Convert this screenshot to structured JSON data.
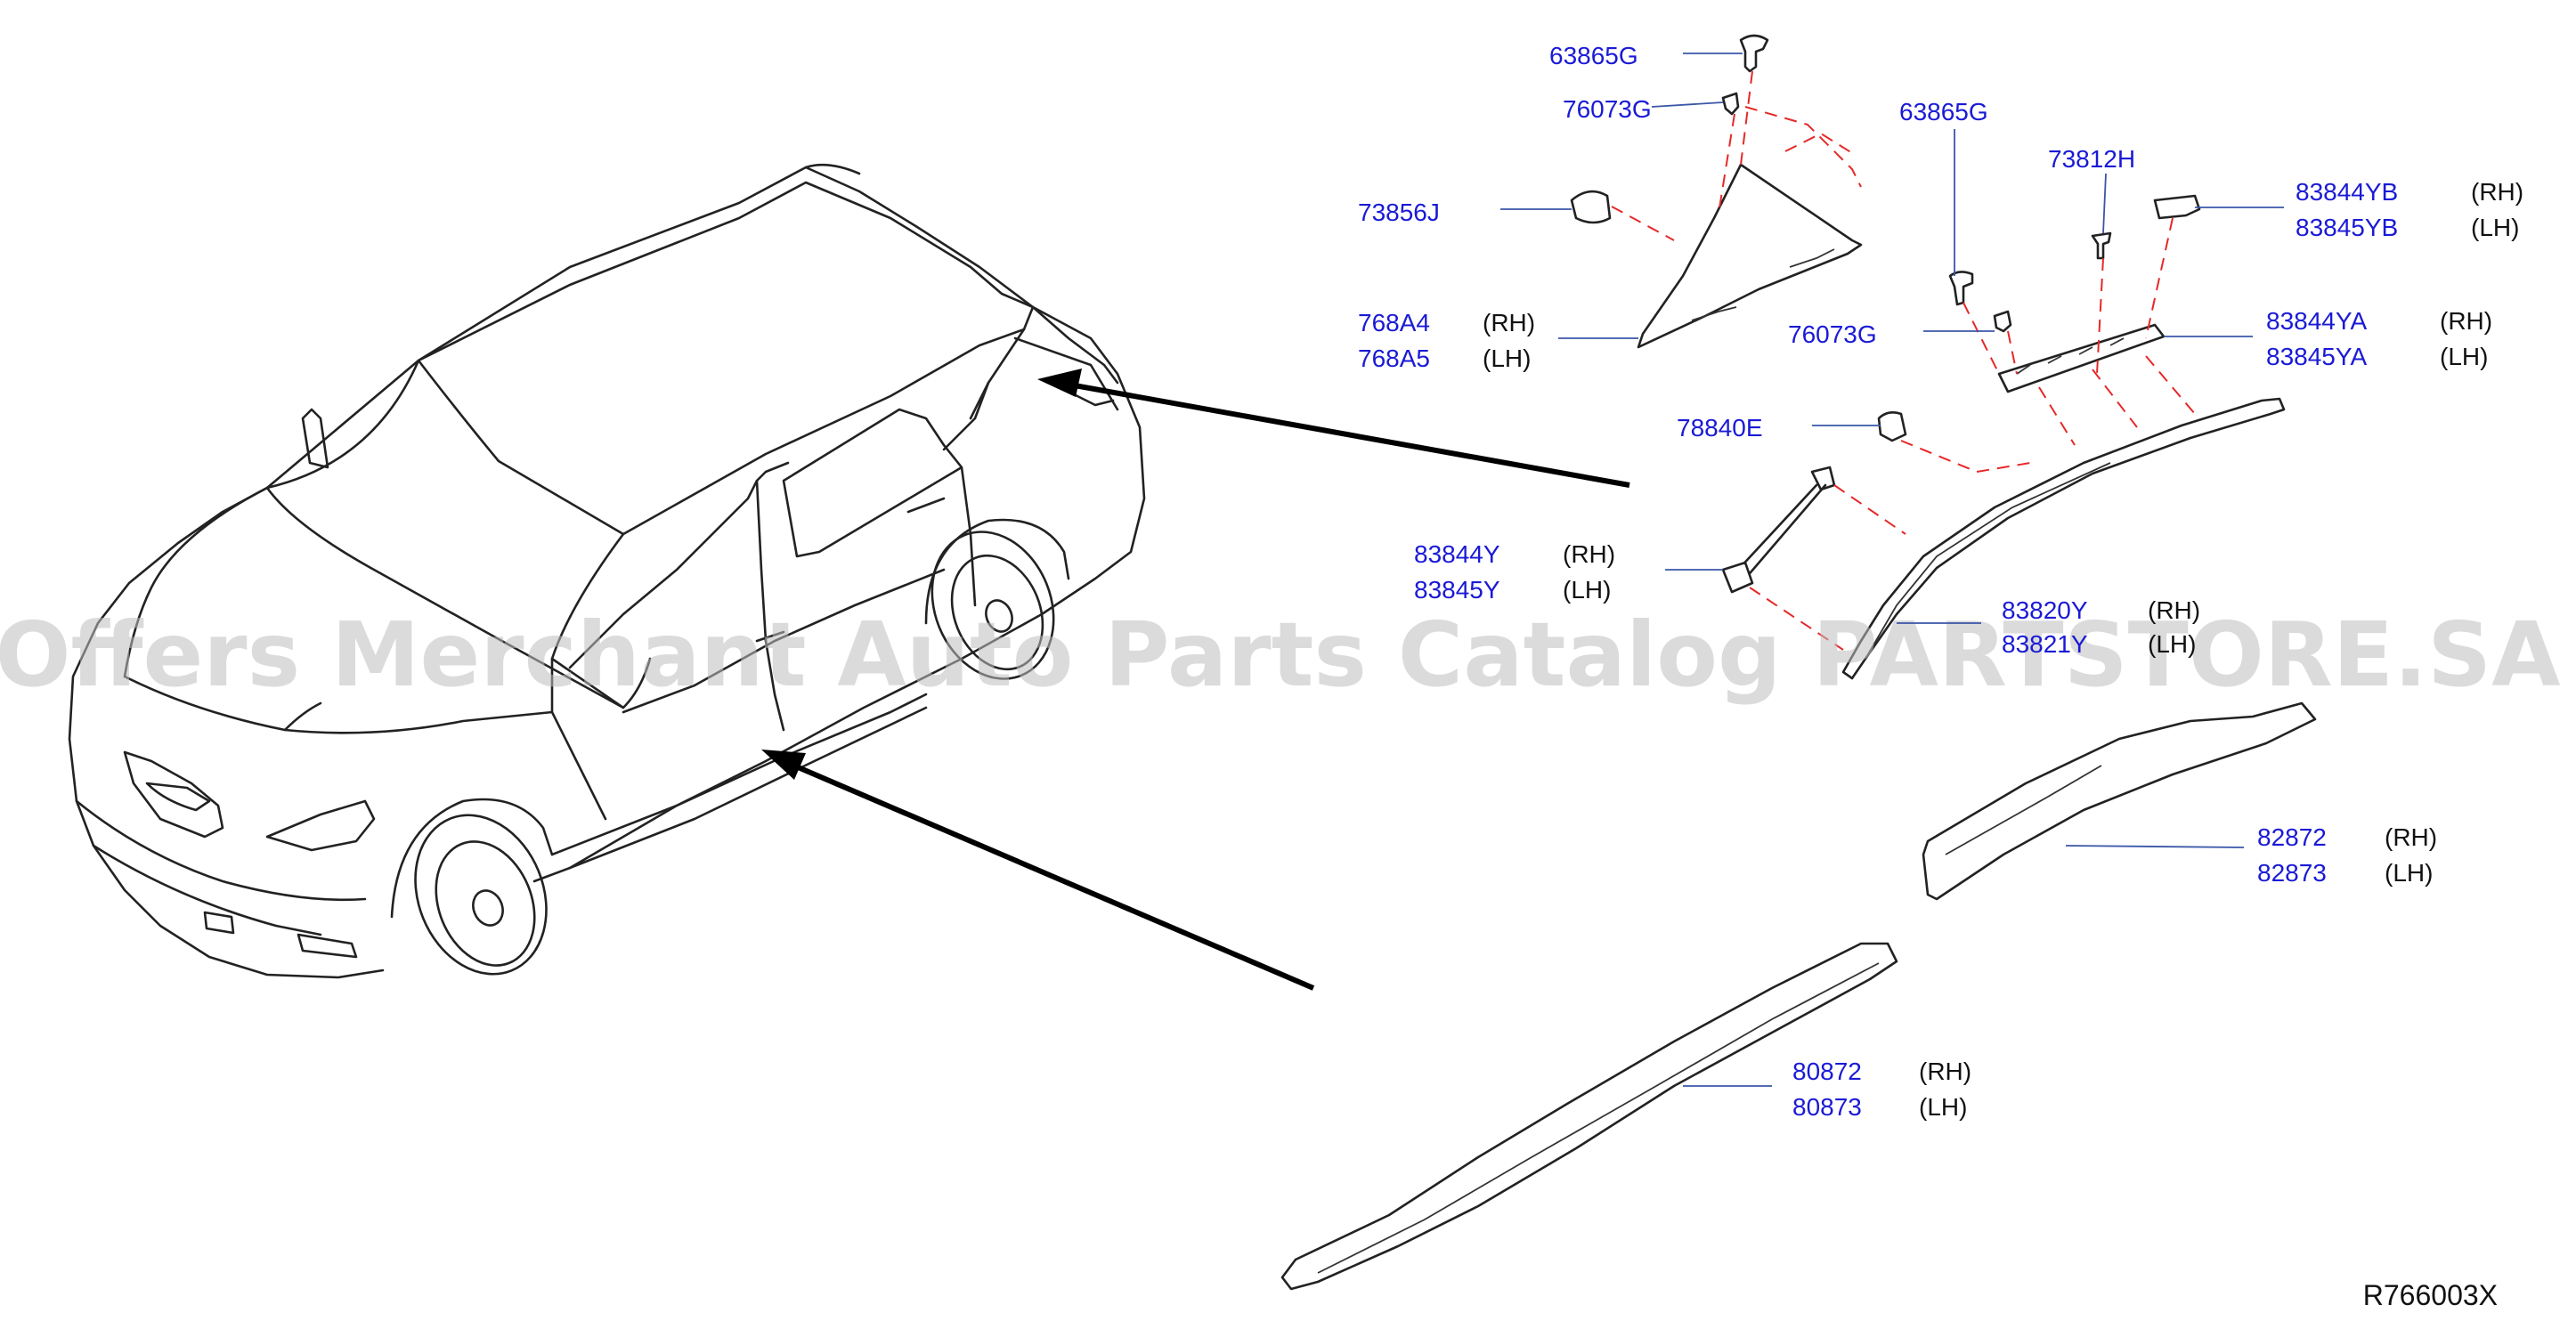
{
  "diagram": {
    "code": "R766003X",
    "watermark": "Offers Merchant Auto Parts Catalog PARTSTORE.SA",
    "callouts": [
      {
        "part": "63865G",
        "side": ""
      },
      {
        "part": "76073G",
        "side": ""
      },
      {
        "part": "73856J",
        "side": ""
      },
      {
        "part": "768A4",
        "side": "(RH)"
      },
      {
        "part": "768A5",
        "side": "(LH)"
      },
      {
        "part": "63865G",
        "side": ""
      },
      {
        "part": "73812H",
        "side": ""
      },
      {
        "part": "83844YB",
        "side": "(RH)"
      },
      {
        "part": "83845YB",
        "side": "(LH)"
      },
      {
        "part": "83844YA",
        "side": "(RH)"
      },
      {
        "part": "83845YA",
        "side": "(LH)"
      },
      {
        "part": "76073G",
        "side": ""
      },
      {
        "part": "78840E",
        "side": ""
      },
      {
        "part": "83844Y",
        "side": "(RH)"
      },
      {
        "part": "83845Y",
        "side": "(LH)"
      },
      {
        "part": "83820Y",
        "side": "(RH)"
      },
      {
        "part": "83821Y",
        "side": "(LH)"
      },
      {
        "part": "82872",
        "side": "(RH)"
      },
      {
        "part": "82873",
        "side": "(LH)"
      },
      {
        "part": "80872",
        "side": "(RH)"
      },
      {
        "part": "80873",
        "side": "(LH)"
      }
    ]
  }
}
